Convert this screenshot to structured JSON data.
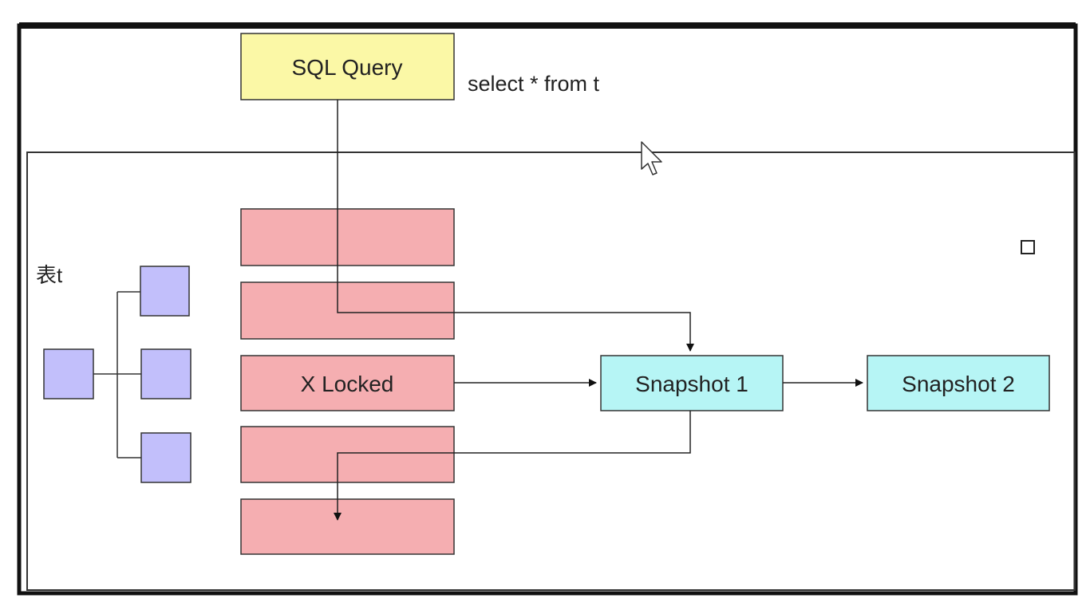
{
  "query": {
    "label": "SQL Query",
    "sql": "select * from t"
  },
  "table": {
    "label": "表t"
  },
  "rows": [
    {
      "label": ""
    },
    {
      "label": ""
    },
    {
      "label": "X Locked"
    },
    {
      "label": ""
    },
    {
      "label": ""
    }
  ],
  "snapshots": [
    {
      "label": "Snapshot 1"
    },
    {
      "label": "Snapshot 2"
    }
  ],
  "colors": {
    "query_fill": "#fbf8a6",
    "row_fill": "#f5aeb1",
    "index_fill": "#c2bffb",
    "snapshot_fill": "#b6f5f5",
    "stroke": "#333333",
    "frame": "#111111"
  },
  "icons": {
    "cursor": "mouse-pointer-icon",
    "handle": "square-handle-icon"
  }
}
